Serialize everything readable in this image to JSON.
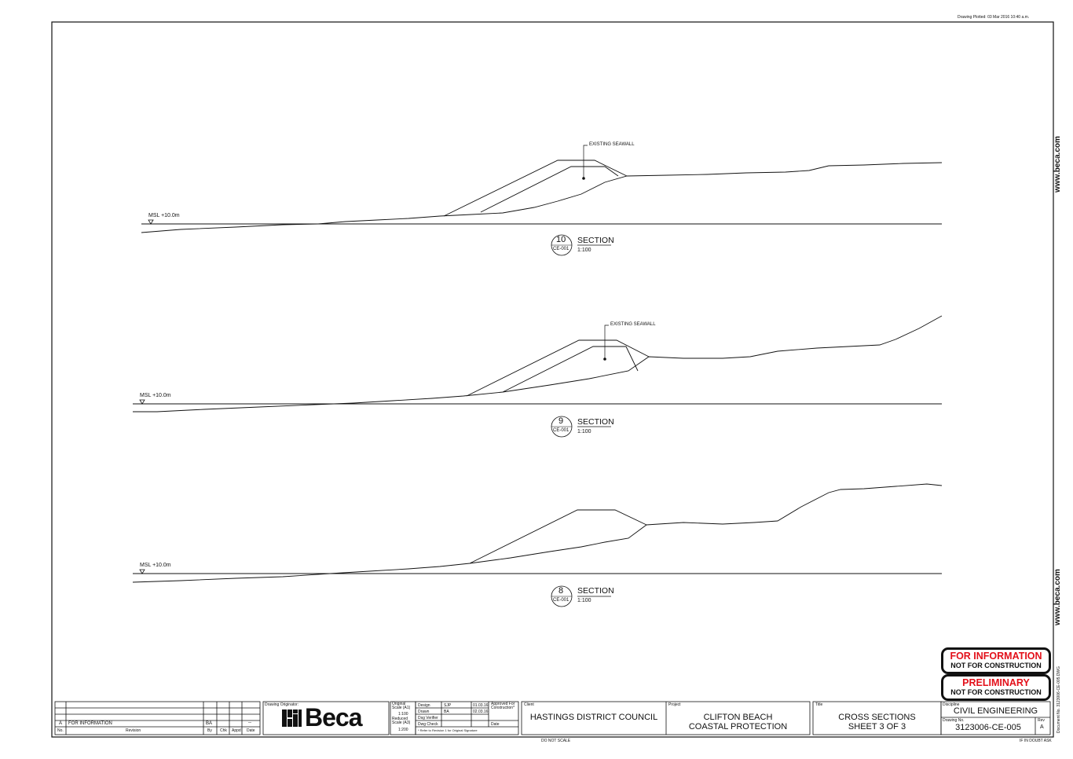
{
  "header": {
    "plot_stamp": "Drawing Plotted:   03 Mar 2016  10:40 a.m."
  },
  "sections": [
    {
      "number": "10",
      "ref": "CE-001",
      "title": "SECTION",
      "scale": "1:100",
      "datum_label": "MSL +10.0m",
      "callout": "EXISTING SEAWALL"
    },
    {
      "number": "9",
      "ref": "CE-001",
      "title": "SECTION",
      "scale": "1:100",
      "datum_label": "MSL +10.0m",
      "callout": "EXISTING SEAWALL"
    },
    {
      "number": "8",
      "ref": "CE-001",
      "title": "SECTION",
      "scale": "1:100",
      "datum_label": "MSL +10.0m"
    }
  ],
  "side": {
    "website": "www.beca.com",
    "doc_number": "Document No.   3123006-CE-005.DWG"
  },
  "stamps": [
    {
      "top": "FOR INFORMATION",
      "bottom": "NOT FOR CONSTRUCTION"
    },
    {
      "top": "PRELIMINARY",
      "bottom": "NOT FOR CONSTRUCTION"
    }
  ],
  "title_block": {
    "revision": {
      "rev": "A",
      "description": "FOR INFORMATION",
      "by": "BA",
      "date": "--",
      "col_no": "No.",
      "col_revision": "Revision",
      "col_by": "By",
      "col_chk": "Chk",
      "col_appd": "Appd",
      "col_date": "Date"
    },
    "originator_label": "Drawing Originator:",
    "logo_text": "Beca",
    "scale": {
      "original_label": "Original Scale (A1)",
      "original_value": "1:100",
      "reduced_label": "Reduced Scale (A3)",
      "reduced_value": "1:200"
    },
    "signoff": {
      "design_label": "Design",
      "design_by": "SJP",
      "design_date": "01.03.16",
      "drawn_label": "Drawn",
      "drawn_by": "BA",
      "drawn_date": "02.03.16",
      "verifier_label": "Dsg Verifier",
      "check_label": "Dwg Check",
      "approved_label": "Approved For Construction*",
      "date_label": "Date",
      "note": "* Refer to Revision 1 for Original Signature"
    },
    "client_label": "Client",
    "client": "HASTINGS DISTRICT COUNCIL",
    "project_label": "Project",
    "project_line1": "CLIFTON BEACH",
    "project_line2": "COASTAL PROTECTION",
    "title_label": "Title",
    "title_line1": "CROSS SECTIONS",
    "title_line2": "SHEET 3 OF 3",
    "discipline_label": "Discipline",
    "discipline": "CIVIL ENGINEERING",
    "drawing_no_label": "Drawing No.",
    "drawing_no": "3123006-CE-005",
    "rev_label": "Rev",
    "rev": "A"
  },
  "footer": {
    "do_not_scale": "DO NOT SCALE",
    "if_in_doubt": "IF IN DOUBT ASK"
  }
}
